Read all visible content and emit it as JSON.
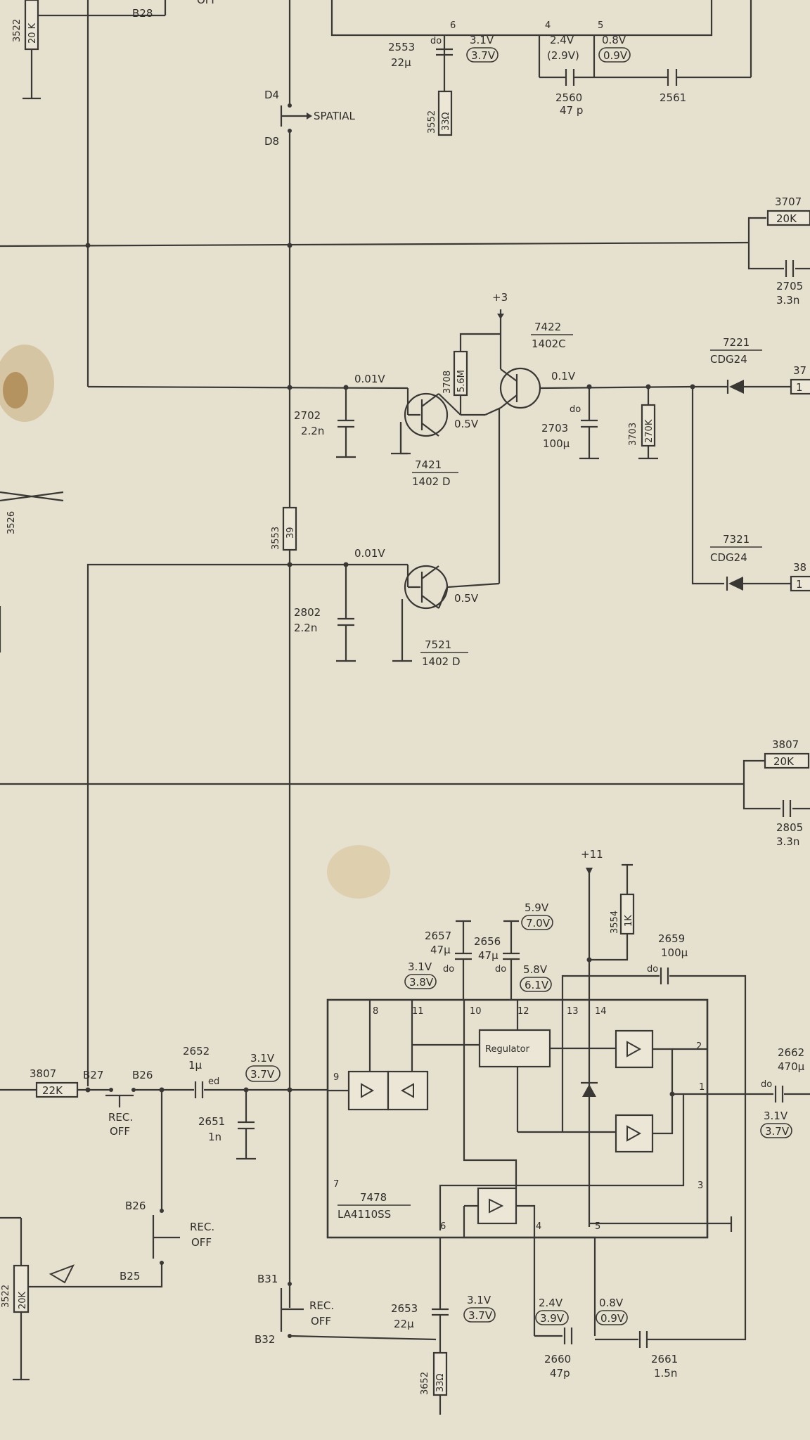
{
  "diagram": {
    "top": {
      "off": "OFF",
      "switch_b28": "B28",
      "res_3522": "3522",
      "res_3522_val": "20 K",
      "pin_6": "6",
      "pin_4": "4",
      "pin_5": "5",
      "cap_2553": "2553",
      "cap_2553_val": "22µ",
      "cap_2553_mark": "do",
      "v_31": "3.1V",
      "v_37": "3.7V",
      "v_24": "2.4V",
      "v_29": "(2.9V)",
      "v_08": "0.8V",
      "v_09": "0.9V",
      "cap_2560": "2560",
      "cap_2560_val": "47 p",
      "cap_2561": "2561",
      "res_3552": "3552",
      "res_3552_val": "33Ω",
      "sw_d4": "D4",
      "sw_d8": "D8",
      "spatial": "SPATIAL"
    },
    "upper_right": {
      "res_3707": "3707",
      "res_3707_val": "20K",
      "cap_2705": "2705",
      "cap_2705_val": "3.3n",
      "res_37": "37",
      "res_37_val": "1",
      "res_38": "38",
      "res_38_val": "1"
    },
    "middle": {
      "v3": "+3",
      "t7422": "7422",
      "t7422_type": "1402C",
      "r3708": "3708",
      "r3708_val": "5.6M",
      "v_001a": "0.01V",
      "v_05a": "0.5V",
      "v_01": "0.1V",
      "cap_2702": "2702",
      "cap_2702_val": "2.2n",
      "t7421": "7421",
      "t7421_type": "1402 D",
      "cap_2703": "2703",
      "cap_2703_val": "100µ",
      "cap_2703_mark": "do",
      "r3703": "3703",
      "r3703_val": "270K",
      "d7221": "7221",
      "d7221_type": "CDG24",
      "d7321": "7321",
      "d7321_type": "CDG24",
      "r3553": "3553",
      "r3553_val": "39",
      "label_3526": "3526",
      "v_001b": "0.01V",
      "v_05b": "0.5V",
      "cap_2802": "2802",
      "cap_2802_val": "2.2n",
      "t7521": "7521",
      "t7521_type": "1402 D",
      "res_3807a": "3807",
      "res_3807a_val": "20K",
      "cap_2805": "2805",
      "cap_2805_val": "3.3n"
    },
    "bottom": {
      "v11": "+11",
      "r3554": "3554",
      "r3554_val": "1K",
      "v_59": "5.9V",
      "v_70": "7.0V",
      "cap_2657": "2657",
      "cap_2657_val": "47µ",
      "cap_2656": "2656",
      "cap_2656_val": "47µ",
      "cap_2659": "2659",
      "cap_2659_val": "100µ",
      "cap_do": "do",
      "v_31a": "3.1V",
      "v_38": "3.8V",
      "v_58": "5.8V",
      "v_61": "6.1V",
      "pins": [
        "8",
        "11",
        "10",
        "12",
        "13",
        "14",
        "2",
        "1",
        "9",
        "7",
        "3",
        "6",
        "4",
        "5"
      ],
      "regulator": "Regulator",
      "ic": "7478",
      "ic_type": "LA4110SS",
      "cap_2662": "2662",
      "cap_2662_val": "470µ",
      "v_31c": "3.1V",
      "v_37c": "3.7V",
      "res_3807b": "3807",
      "res_3807b_val": "22K",
      "sw_b27": "B27",
      "sw_b26": "B26",
      "rec_off": "REC.",
      "off": "OFF",
      "cap_2652": "2652",
      "cap_2652_val": "1µ",
      "cap_2652_mark": "ed",
      "v_31b": "3.1V",
      "v_37b": "3.7V",
      "cap_2651": "2651",
      "cap_2651_val": "1n",
      "sw_b26b": "B26",
      "sw_b25": "B25",
      "res_3522b": "3522",
      "res_3522b_val": "20K",
      "sw_b31": "B31",
      "sw_b32": "B32",
      "cap_2653": "2653",
      "cap_2653_val": "22µ",
      "v_31d": "3.1V",
      "v_37d": "3.7V",
      "v_24": "2.4V",
      "v_39": "3.9V",
      "v_08": "0.8V",
      "v_09": "0.9V",
      "cap_2660": "2660",
      "cap_2660_val": "47p",
      "cap_2661": "2661",
      "cap_2661_val": "1.5n",
      "res_3652": "3652",
      "res_3652_val": "33Ω"
    }
  }
}
